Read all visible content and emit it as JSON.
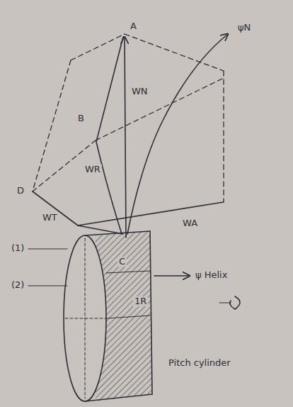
{
  "diagram": {
    "labels": [
      "A",
      "ψN",
      "B",
      "WN",
      "D",
      "WR",
      "WT",
      "WA",
      "C",
      "(1)",
      "(2)",
      "ψ Helix",
      "1R",
      "Pitch cylinder"
    ]
  }
}
